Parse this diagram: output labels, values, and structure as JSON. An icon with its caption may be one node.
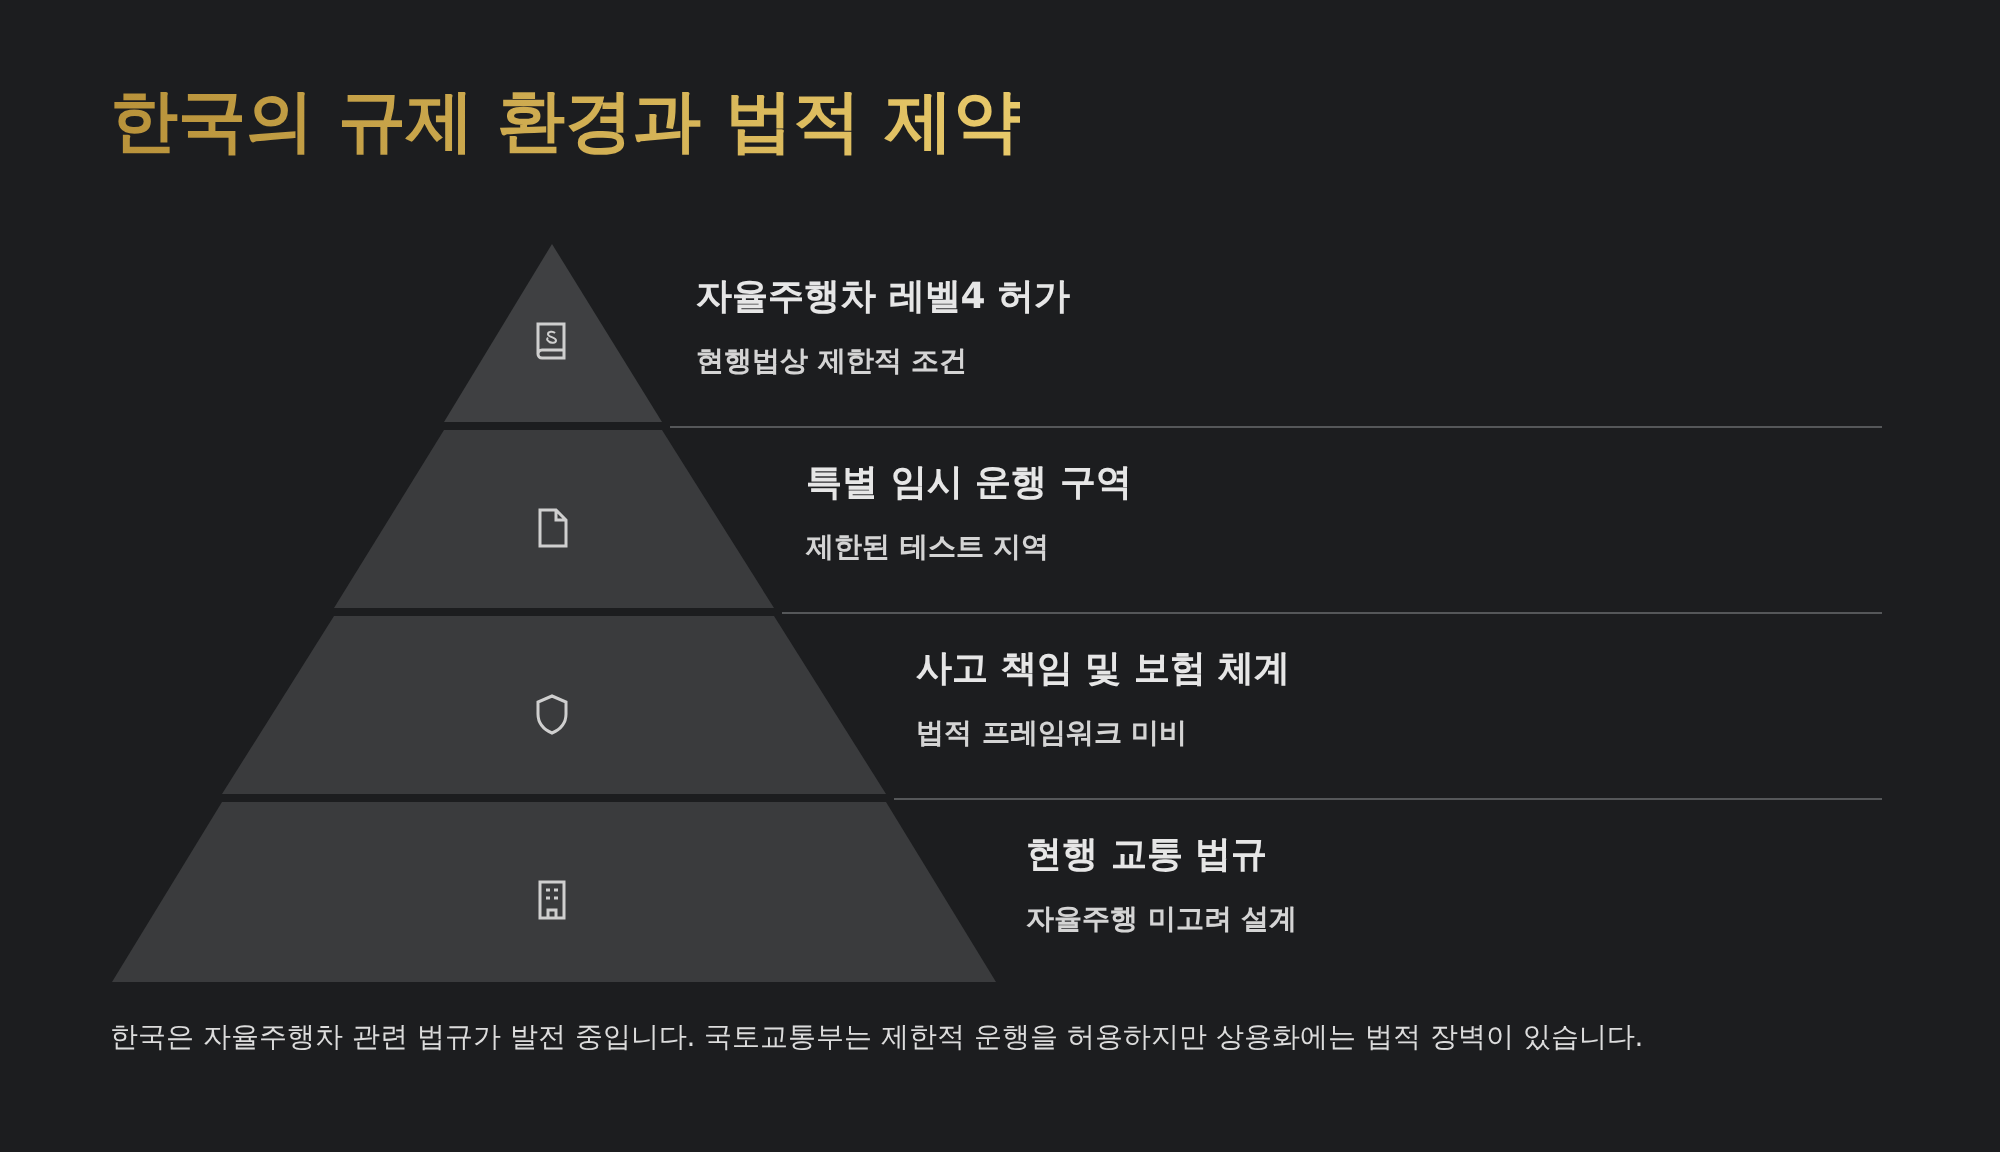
{
  "diagram": {
    "title": "한국의 규제 환경과 법적 제약",
    "nodes": [
      {
        "text": [
          "자율주행차 레벨4 허가",
          "현행법상 제한적 조건"
        ]
      },
      {
        "text": [
          "특별 임시 운행 구역",
          "제한된 테스트 지역"
        ]
      },
      {
        "text": [
          "사고 책임 및 보험 체계",
          "법적 프레임워크 미비"
        ]
      },
      {
        "text": [
          "현행 교통 법규",
          "자율주행 미고려 설계"
        ]
      }
    ],
    "caption": "한국은 자율주행차 관련 법규가 발전 중입니다. 국토교통부는 제한적 운행을 허용하지만 상용화에는 법적 장벽이 있습니다."
  }
}
